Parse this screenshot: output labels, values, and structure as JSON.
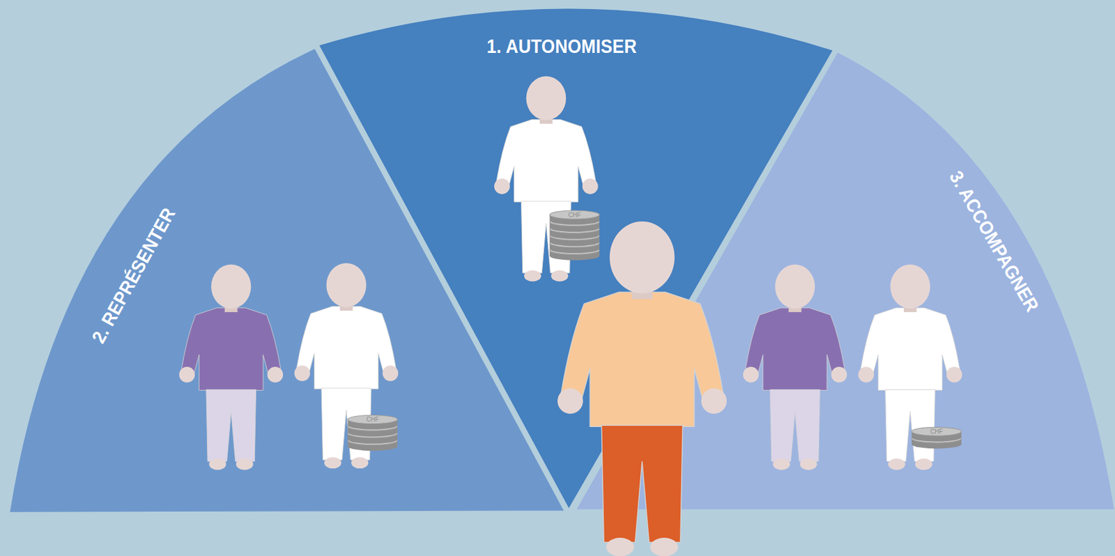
{
  "diagram": {
    "nodes": [
      {
        "text": [
          "1. AUTONOMISER"
        ]
      },
      {
        "text": [
          "2. REPRÉSENTER"
        ]
      },
      {
        "text": [
          "3. ACCOMPAGNER"
        ]
      }
    ],
    "labels": [
      "CHF",
      "CHF",
      "CHF"
    ]
  }
}
